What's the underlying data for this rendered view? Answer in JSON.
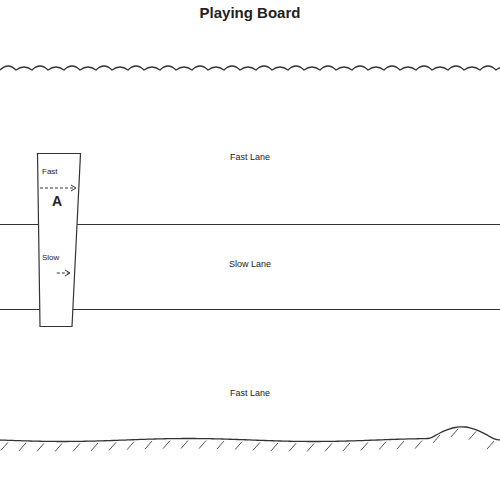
{
  "diagram": {
    "title": "Playing Board",
    "nodes": [
      {
        "text": [
          "Fast Lane"
        ]
      },
      {
        "text": [
          "Fast",
          "A",
          "Slow"
        ]
      },
      {
        "text": [
          "Slow Lane"
        ]
      },
      {
        "text": [
          "Fast Lane"
        ]
      }
    ]
  }
}
